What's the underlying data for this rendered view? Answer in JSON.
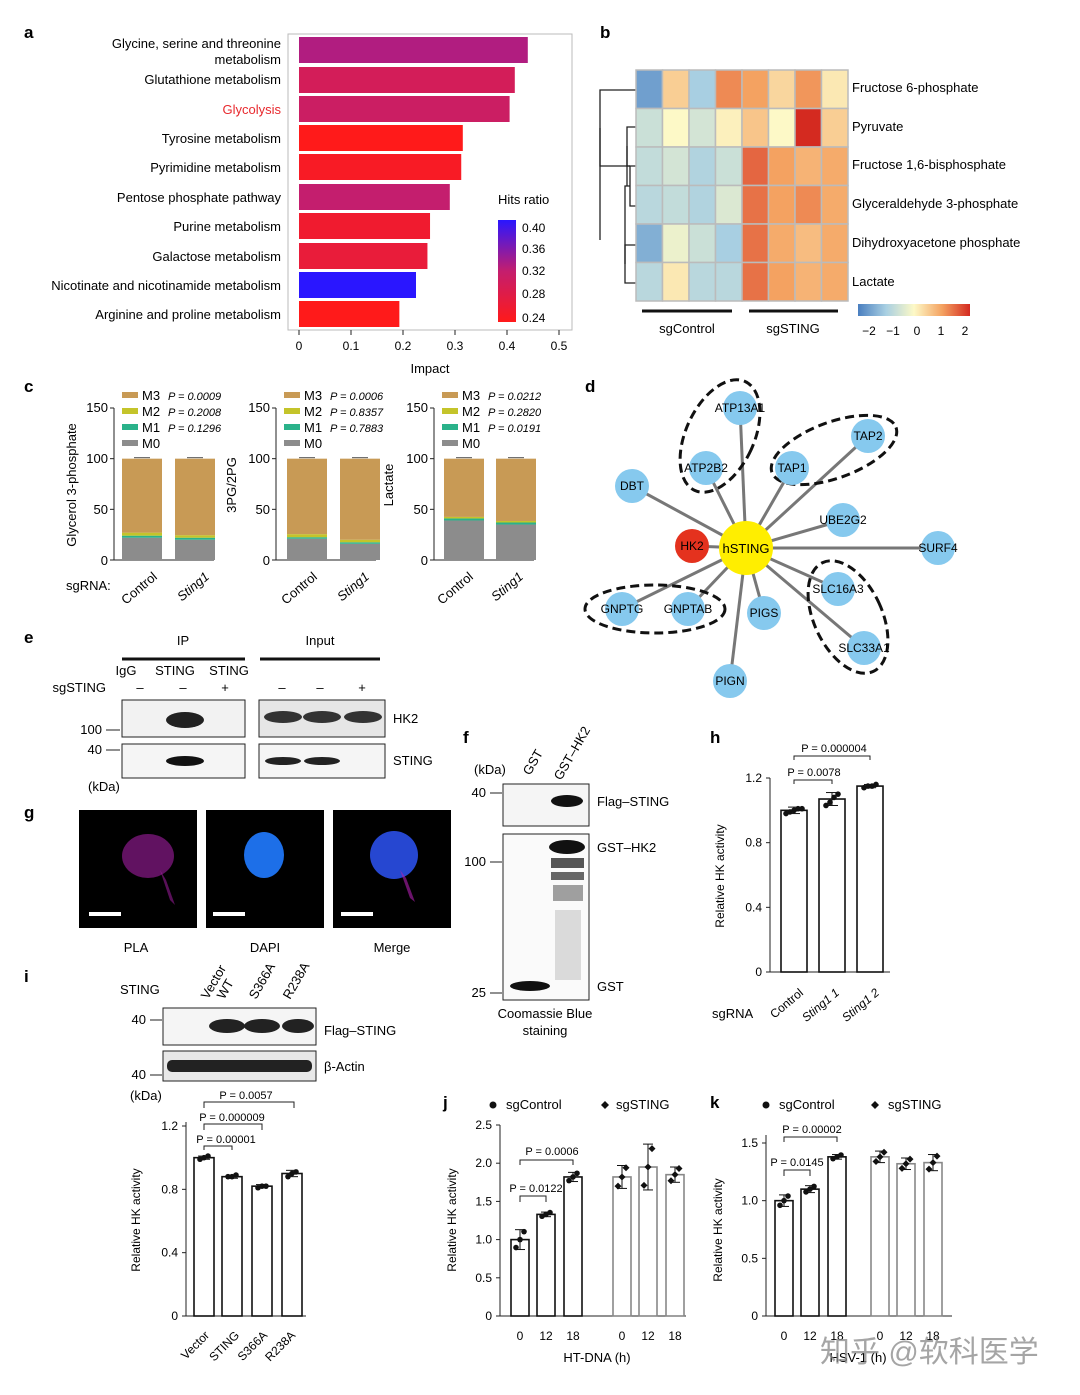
{
  "panel_letters": {
    "a": "a",
    "b": "b",
    "c": "c",
    "d": "d",
    "e": "e",
    "f": "f",
    "g": "g",
    "h": "h",
    "i": "i",
    "j": "j",
    "k": "k"
  },
  "panel_a": {
    "categories": [
      "Glycine, serine and threonine",
      "metabolism",
      "Glutathione metabolism",
      "Glycolysis",
      "Tyrosine metabolism",
      "Pyrimidine metabolism",
      "Pentose phosphate pathway",
      "Purine metabolism",
      "Galactose metabolism",
      "Nicotinate and nicotinamide metabolism",
      "Arginine and proline metabolism"
    ],
    "xlabel": "Impact",
    "xticks": [
      "0",
      "0.1",
      "0.2",
      "0.3",
      "0.4",
      "0.5"
    ],
    "legend_title": "Hits ratio",
    "legend_ticks": [
      "0.40",
      "0.36",
      "0.32",
      "0.28",
      "0.24"
    ],
    "highlight_color": "#e8292e"
  },
  "panel_b": {
    "rows": [
      "Fructose 6-phosphate",
      "Pyruvate",
      "Fructose 1,6-bisphosphate",
      "Glyceraldehyde 3-phosphate",
      "Dihydroxyacetone phosphate",
      "Lactate"
    ],
    "groups": [
      "sgControl",
      "sgSTING"
    ],
    "scale_ticks": [
      "−2",
      "−1",
      "0",
      "1",
      "2"
    ]
  },
  "panel_c": {
    "ylabels": [
      "Glycerol 3-phosphate",
      "3PG/2PG",
      "Lactate"
    ],
    "yticks": [
      "150",
      "100",
      "50",
      "0"
    ],
    "sgrna_label": "sgRNA:",
    "xcats": [
      "Control",
      "Sting1"
    ],
    "legend_labels": [
      "M3",
      "M2",
      "M1",
      "M0"
    ],
    "pvalues": [
      [
        "P = 0.0009",
        "P = 0.2008",
        "P = 0.1296"
      ],
      [
        "P = 0.0006",
        "P = 0.8357",
        "P = 0.7883"
      ],
      [
        "P = 0.0212",
        "P = 0.2820",
        "P = 0.0191"
      ]
    ],
    "colors": {
      "M3": "#c89a55",
      "M2": "#c4c42a",
      "M1": "#2ab28a",
      "M0": "#8c8c8c"
    }
  },
  "panel_d": {
    "center": "hSTING",
    "nodes": [
      "ATP13A1",
      "ATP2B2",
      "TAP2",
      "TAP1",
      "DBT",
      "UBE2G2",
      "HK2",
      "SURF4",
      "SLC16A3",
      "GNPTG",
      "GNPTAB",
      "PIGS",
      "SLC33A1",
      "PIGN"
    ]
  },
  "panel_e": {
    "ip": "IP",
    "input": "Input",
    "lanes": [
      "IgG",
      "STING",
      "STING"
    ],
    "sg_label": "sgSTING",
    "sg_signs": [
      "–",
      "–",
      "+",
      "–",
      "–",
      "+"
    ],
    "mw": [
      "100",
      "40",
      "(kDa)"
    ],
    "bands": [
      "HK2",
      "STING"
    ]
  },
  "panel_f": {
    "lanes": [
      "GST",
      "GST–HK2"
    ],
    "kda": "(kDa)",
    "mw": [
      "40",
      "100",
      "25"
    ],
    "labels": [
      "Flag–STING",
      "GST–HK2",
      "GST"
    ],
    "caption": [
      "Coomassie Blue",
      "staining"
    ]
  },
  "panel_g": {
    "labels": [
      "PLA",
      "DAPI",
      "Merge"
    ]
  },
  "panel_h": {
    "ylabel": "Relative HK activity",
    "yticks": [
      "1.2",
      "0.8",
      "0.4",
      "0"
    ],
    "xcats": [
      "Control",
      "Sting1 1",
      "Sting1 2"
    ],
    "sgrna": "sgRNA",
    "pvalues": [
      "P = 0.000004",
      "P = 0.0078"
    ]
  },
  "panel_i": {
    "sting": "STING",
    "lanes": [
      "Vector",
      "WT",
      "S366A",
      "R238A"
    ],
    "mw": [
      "40",
      "40",
      "(kDa)"
    ],
    "bands": [
      "Flag–STING",
      "β-Actin"
    ],
    "ylabel": "Relative HK activity",
    "yticks": [
      "1.2",
      "0.8",
      "0.4",
      "0"
    ],
    "xcats": [
      "Vector",
      "STING",
      "S366A",
      "R238A"
    ],
    "pvalues": [
      "P = 0.0057",
      "P = 0.000009",
      "P = 0.00001"
    ]
  },
  "panel_j": {
    "legend": [
      "sgControl",
      "sgSTING"
    ],
    "ylabel": "Relative HK activity",
    "yticks": [
      "2.5",
      "2.0",
      "1.5",
      "1.0",
      "0.5",
      "0"
    ],
    "xticks": [
      "0",
      "12",
      "18",
      "0",
      "12",
      "18"
    ],
    "xlabel": "HT-DNA (h)",
    "pvalues": [
      "P = 0.0006",
      "P = 0.0122"
    ]
  },
  "panel_k": {
    "legend": [
      "sgControl",
      "sgSTING"
    ],
    "ylabel": "Relative HK activity",
    "yticks": [
      "1.5",
      "1.0",
      "0.5",
      "0"
    ],
    "xticks": [
      "0",
      "12",
      "18",
      "0",
      "12",
      "18"
    ],
    "xlabel": "HSV-1 (h)",
    "pvalues": [
      "P = 0.00002",
      "P = 0.0145"
    ]
  },
  "watermark": "知乎 @软科医学",
  "chart_data": [
    {
      "type": "bar",
      "id": "a",
      "orientation": "horizontal",
      "categories": [
        "Glycine, serine and threonine metabolism",
        "Glutathione metabolism",
        "Glycolysis",
        "Tyrosine metabolism",
        "Pyrimidine metabolism",
        "Pentose phosphate pathway",
        "Purine metabolism",
        "Galactose metabolism",
        "Nicotinate and nicotinamide metabolism",
        "Arginine and proline metabolism"
      ],
      "values": [
        0.44,
        0.415,
        0.405,
        0.315,
        0.312,
        0.29,
        0.252,
        0.247,
        0.225,
        0.193
      ],
      "hits_ratio": [
        0.33,
        0.3,
        0.31,
        0.24,
        0.25,
        0.32,
        0.26,
        0.27,
        0.4,
        0.24
      ],
      "xlabel": "Impact",
      "xlim": [
        0,
        0.5
      ],
      "legend_title": "Hits ratio",
      "legend_range": [
        0.24,
        0.4
      ]
    },
    {
      "type": "heatmap",
      "id": "b",
      "rows": [
        "Fructose 6-phosphate",
        "Pyruvate",
        "Fructose 1,6-bisphosphate",
        "Glyceraldehyde 3-phosphate",
        "Dihydroxyacetone phosphate",
        "Lactate"
      ],
      "columns": [
        "sgControl",
        "sgControl",
        "sgControl",
        "sgControl",
        "sgSTING",
        "sgSTING",
        "sgSTING",
        "sgSTING"
      ],
      "values": [
        [
          -1.6,
          0.5,
          -1.0,
          1.2,
          1.0,
          0.4,
          1.1,
          0.2
        ],
        [
          -0.6,
          0,
          -0.5,
          0.1,
          0.6,
          0,
          2,
          0.5
        ],
        [
          -0.7,
          -0.5,
          -0.9,
          -0.6,
          1.5,
          1.0,
          0.8,
          0.9
        ],
        [
          -0.8,
          -0.7,
          -0.9,
          -0.4,
          1.4,
          1.0,
          1.2,
          0.9
        ],
        [
          -1.4,
          -0.2,
          -0.6,
          -1.0,
          1.4,
          0.9,
          0.7,
          0.9
        ],
        [
          -0.8,
          0.2,
          -0.8,
          -0.8,
          1.4,
          1.0,
          0.8,
          0.9
        ]
      ],
      "scale": [
        -2,
        2
      ]
    },
    {
      "type": "bar",
      "id": "c1",
      "stacked": true,
      "ylabel": "Glycerol 3-phosphate",
      "categories": [
        "Control",
        "Sting1"
      ],
      "series": [
        {
          "name": "M0",
          "values": [
            22,
            20
          ]
        },
        {
          "name": "M1",
          "values": [
            2,
            2
          ]
        },
        {
          "name": "M2",
          "values": [
            3,
            2.5
          ]
        },
        {
          "name": "M3",
          "values": [
            73,
            75.5
          ]
        }
      ],
      "ylim": [
        0,
        150
      ]
    },
    {
      "type": "bar",
      "id": "c2",
      "stacked": true,
      "ylabel": "3PG/2PG",
      "categories": [
        "Control",
        "Sting1"
      ],
      "series": [
        {
          "name": "M0",
          "values": [
            21,
            16
          ]
        },
        {
          "name": "M1",
          "values": [
            1.5,
            1.5
          ]
        },
        {
          "name": "M2",
          "values": [
            3,
            2.5
          ]
        },
        {
          "name": "M3",
          "values": [
            74.5,
            80
          ]
        }
      ],
      "ylim": [
        0,
        150
      ]
    },
    {
      "type": "bar",
      "id": "c3",
      "stacked": true,
      "ylabel": "Lactate",
      "categories": [
        "Control",
        "Sting1"
      ],
      "series": [
        {
          "name": "M0",
          "values": [
            39,
            35
          ]
        },
        {
          "name": "M1",
          "values": [
            2,
            2
          ]
        },
        {
          "name": "M2",
          "values": [
            1.5,
            1.5
          ]
        },
        {
          "name": "M3",
          "values": [
            57.5,
            61.5
          ]
        }
      ],
      "ylim": [
        0,
        150
      ]
    },
    {
      "type": "bar",
      "id": "h",
      "ylabel": "Relative HK activity",
      "categories": [
        "Control",
        "Sting1 1",
        "Sting1 2"
      ],
      "values": [
        1.0,
        1.07,
        1.15
      ],
      "errors": [
        0.02,
        0.04,
        0.01
      ],
      "points": [
        [
          0.98,
          0.99,
          1.0,
          1.01,
          1.01
        ],
        [
          1.03,
          1.05,
          1.08,
          1.1
        ],
        [
          1.14,
          1.15,
          1.15,
          1.16
        ]
      ],
      "ylim": [
        0,
        1.2
      ]
    },
    {
      "type": "bar",
      "id": "i",
      "ylabel": "Relative HK activity",
      "categories": [
        "Vector",
        "STING",
        "S366A",
        "R238A"
      ],
      "values": [
        1.0,
        0.88,
        0.82,
        0.9
      ],
      "errors": [
        0.01,
        0.01,
        0.01,
        0.02
      ],
      "points": [
        [
          0.99,
          1.0,
          1.01
        ],
        [
          0.88,
          0.88,
          0.89
        ],
        [
          0.81,
          0.82,
          0.82
        ],
        [
          0.88,
          0.9,
          0.91
        ]
      ],
      "ylim": [
        0,
        1.2
      ]
    },
    {
      "type": "bar",
      "id": "j",
      "ylabel": "Relative HK activity",
      "xlabel": "HT-DNA (h)",
      "categories": [
        "0",
        "12",
        "18"
      ],
      "series": [
        {
          "name": "sgControl",
          "values": [
            1.0,
            1.33,
            1.82
          ],
          "errors": [
            0.13,
            0.03,
            0.06
          ]
        },
        {
          "name": "sgSTING",
          "values": [
            1.82,
            1.95,
            1.85
          ],
          "errors": [
            0.15,
            0.3,
            0.1
          ]
        }
      ],
      "ylim": [
        0,
        2.5
      ]
    },
    {
      "type": "bar",
      "id": "k",
      "ylabel": "Relative HK activity",
      "xlabel": "HSV-1 (h)",
      "categories": [
        "0",
        "12",
        "18"
      ],
      "series": [
        {
          "name": "sgControl",
          "values": [
            1.0,
            1.1,
            1.38
          ],
          "errors": [
            0.05,
            0.03,
            0.02
          ]
        },
        {
          "name": "sgSTING",
          "values": [
            1.38,
            1.32,
            1.33
          ],
          "errors": [
            0.05,
            0.05,
            0.07
          ]
        }
      ],
      "ylim": [
        0,
        1.5
      ]
    }
  ]
}
